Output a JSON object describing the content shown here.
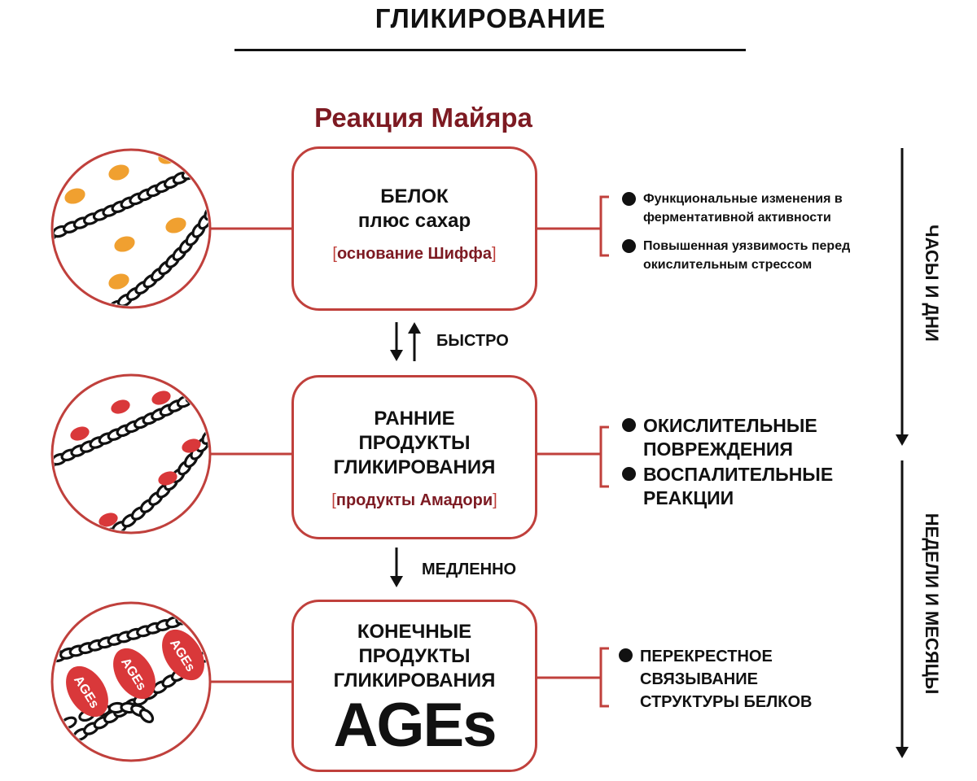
{
  "title": "ГЛИКИРОВАНИЕ",
  "subtitle": "Реакция Майяра",
  "stages": [
    {
      "line1": "БЕЛОК",
      "line2": "плюс сахар",
      "bracket_left": "[",
      "note": "основание Шиффа",
      "bracket_right": "]"
    },
    {
      "line1": "РАННИЕ",
      "line2": "ПРОДУКТЫ",
      "line3": "ГЛИКИРОВАНИЯ",
      "bracket_left": "[",
      "note": "продукты Амадори",
      "bracket_right": "]"
    },
    {
      "line1": "КОНЕЧНЫЕ",
      "line2": "ПРОДУКТЫ",
      "line3": "ГЛИКИРОВАНИЯ",
      "big": "AGEs"
    }
  ],
  "transitions": [
    {
      "label": "БЫСТРО"
    },
    {
      "label": "МЕДЛЕННО"
    }
  ],
  "effects": [
    [
      "Функциональные изменения в ферментативной активности",
      "Повышенная уязвимость перед окислительным стрессом"
    ],
    [
      "ОКИСЛИТЕЛЬНЫЕ ПОВРЕЖДЕНИЯ",
      "ВОСПАЛИТЕЛЬНЫЕ РЕАКЦИИ"
    ],
    [
      "ПЕРЕКРЕСТНОЕ СВЯЗЫВАНИЕ СТРУКТУРЫ БЕЛКОВ"
    ]
  ],
  "timescales": [
    "ЧАСЫ И ДНИ",
    "НЕДЕЛИ И МЕСЯЦЫ"
  ],
  "ages_badge": "AGEs",
  "colors": {
    "accent": "#c0403c",
    "dark_red": "#7d1a22",
    "sugar": "#f0a030",
    "amadori": "#d9383a"
  }
}
